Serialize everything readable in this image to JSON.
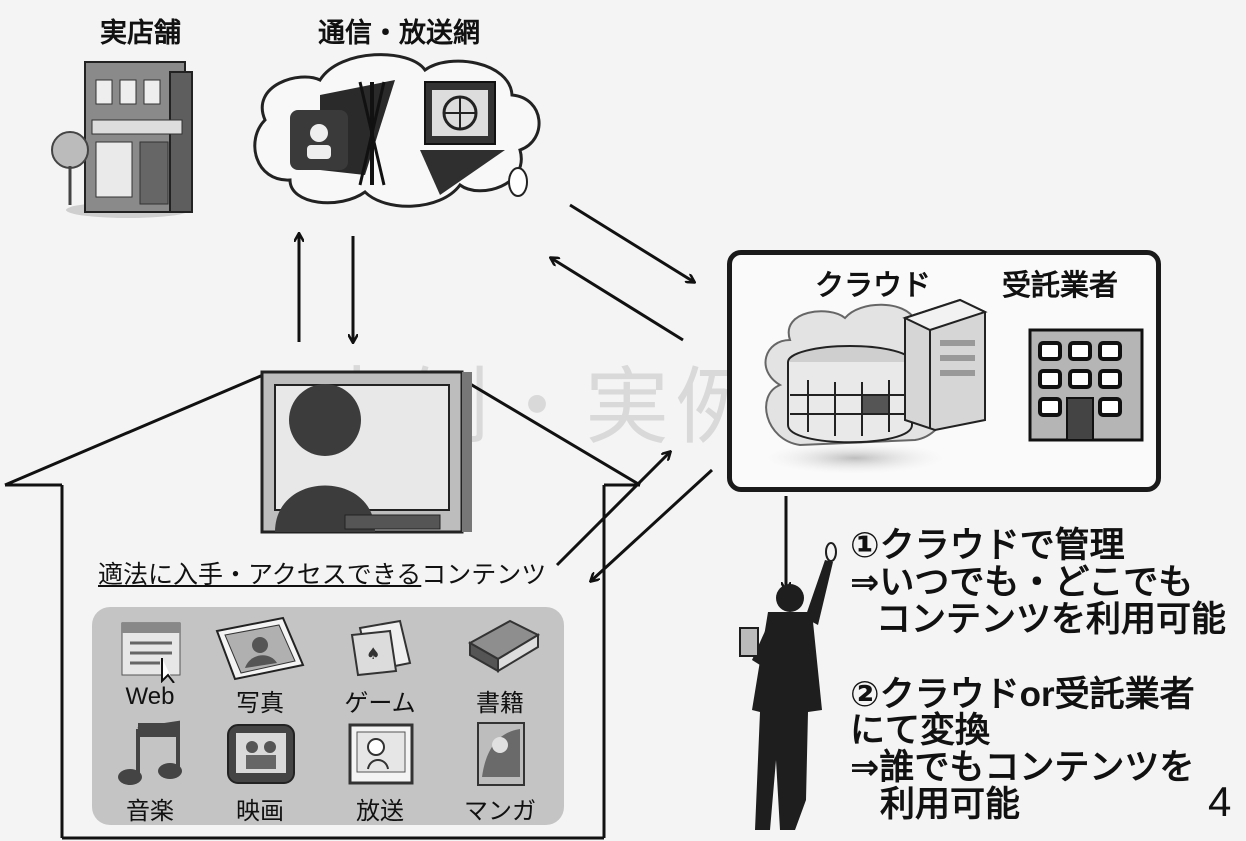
{
  "labels": {
    "store": "実店舗",
    "network": "通信・放送網",
    "cloud": "クラウド",
    "contractor": "受託業者"
  },
  "watermark": "事例・実例・参考",
  "house": {
    "label_underlined": "適法に入手・アクセスできる",
    "label_rest": "コンテンツ",
    "items": [
      {
        "caption": "Web",
        "icon": "web-icon"
      },
      {
        "caption": "写真",
        "icon": "photo-icon"
      },
      {
        "caption": "ゲーム",
        "icon": "cards-icon"
      },
      {
        "caption": "書籍",
        "icon": "book-icon"
      },
      {
        "caption": "音楽",
        "icon": "music-note-icon"
      },
      {
        "caption": "映画",
        "icon": "film-icon"
      },
      {
        "caption": "放送",
        "icon": "tv-icon"
      },
      {
        "caption": "マンガ",
        "icon": "manga-icon"
      }
    ]
  },
  "notes": {
    "n1_l1": "①クラウドで管理",
    "n1_l2": "⇒いつでも・どこでも",
    "n1_l3": "コンテンツを利用可能",
    "n2_l1a": "②クラウド",
    "n2_l1b": "or",
    "n2_l1c": "受託業者",
    "n2_l2": "にて変換",
    "n2_l3": "⇒誰でもコンテンツを",
    "n2_l4": "利用可能"
  },
  "page_number": "4"
}
